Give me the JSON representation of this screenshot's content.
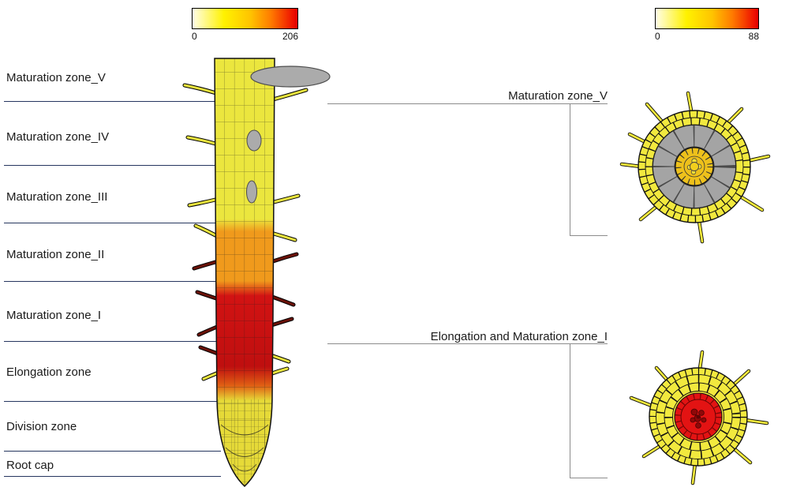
{
  "colorbar_left": {
    "min_label": "0",
    "max_label": "206"
  },
  "colorbar_right": {
    "min_label": "0",
    "max_label": "88"
  },
  "zone_labels": [
    {
      "label": "Maturation zone_V"
    },
    {
      "label": "Maturation zone_IV"
    },
    {
      "label": "Maturation zone_III"
    },
    {
      "label": "Maturation zone_II"
    },
    {
      "label": "Maturation zone_I"
    },
    {
      "label": "Elongation zone"
    },
    {
      "label": "Division zone"
    },
    {
      "label": "Root cap"
    }
  ],
  "cross_sections": [
    {
      "label": "Maturation zone_V"
    },
    {
      "label": "Elongation and Maturation zone_I"
    }
  ],
  "colors": {
    "scale_low": "#FFFDE8",
    "scale_high": "#EE1000",
    "zone_line": "#26365F",
    "bracket_line": "#8C8C8C",
    "root_yellow": "#EBE63E",
    "root_orange": "#F09A1C",
    "root_red": "#D21313",
    "primordium_gray": "#ABABAB"
  }
}
